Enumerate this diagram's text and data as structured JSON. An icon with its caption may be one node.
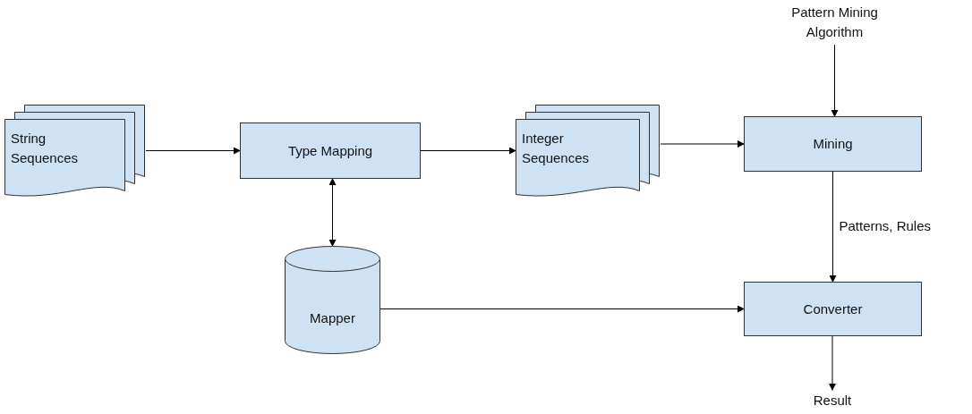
{
  "diagram": {
    "nodes": [
      {
        "text": [
          "String Sequences"
        ]
      },
      {
        "text": [
          "Type Mapping"
        ]
      },
      {
        "text": [
          "Integer Sequences"
        ]
      },
      {
        "text": [
          "Pattern Mining Algorithm"
        ]
      },
      {
        "text": [
          "Mining"
        ]
      },
      {
        "text": [
          "Mapper"
        ]
      },
      {
        "text": [
          "Converter"
        ]
      },
      {
        "text": [
          "Result"
        ]
      }
    ],
    "edges": [
      {
        "from": 0,
        "to": 1,
        "arrow": "to"
      },
      {
        "from": 1,
        "to": 2,
        "arrow": "to"
      },
      {
        "from": 2,
        "to": 4,
        "arrow": "to"
      },
      {
        "from": 3,
        "to": 4,
        "arrow": "to"
      },
      {
        "from": 1,
        "to": 5,
        "arrow": "both"
      },
      {
        "from": 4,
        "to": 6,
        "arrow": "to",
        "label": "Patterns, Rules"
      },
      {
        "from": 5,
        "to": 6,
        "arrow": "to"
      },
      {
        "from": 6,
        "to": 7,
        "arrow": "to"
      }
    ]
  }
}
